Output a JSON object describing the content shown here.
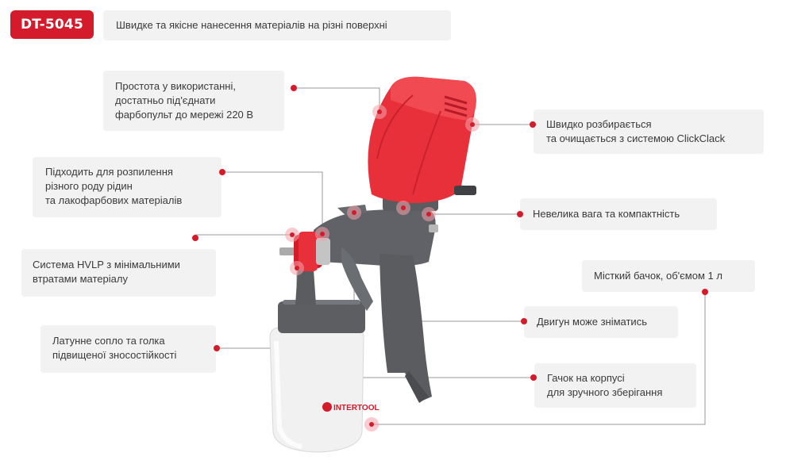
{
  "badge": {
    "label": "DT-5045"
  },
  "brand": {
    "logo_text": "INTERTOOL"
  },
  "colors": {
    "accent": "#d41b2c",
    "callout_bg": "#f2f2f2",
    "body_grey": "#5a5c60",
    "motor_red": "#e8303a"
  },
  "callouts": [
    {
      "text": "Швидке та якісне нанесення матеріалів на різні поверхні"
    },
    {
      "text": "Простота у використанні,\nдостатньо під'єднати\nфарбопульт до мережі 220 В"
    },
    {
      "text": "Швидко розбирається\nта очищається з системою ClickClack"
    },
    {
      "text": "Підходить для розпилення\nрізного роду рідин\nта лакофарбових матеріалів"
    },
    {
      "text": "Невелика вага та компактність"
    },
    {
      "text": "Система HVLP з мінімальними\nвтратами матеріалу"
    },
    {
      "text": "Місткий бачок, об'ємом 1 л"
    },
    {
      "text": "Двигун може зніматись"
    },
    {
      "text": "Латунне сопло та голка\nпідвищеної зносостійкості"
    },
    {
      "text": "Гачок на корпусі\nдля зручного зберігання"
    }
  ]
}
